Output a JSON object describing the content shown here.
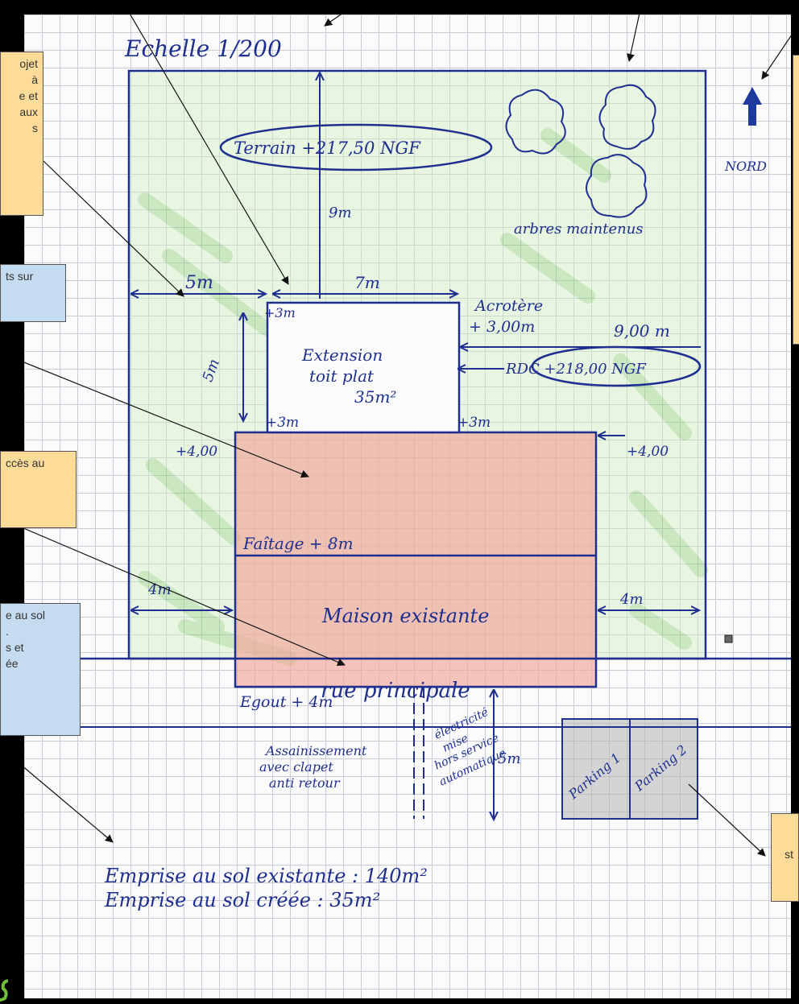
{
  "colors": {
    "ink": "#1f2f8f",
    "grid": "#c9ccd6",
    "lawn": "#8fd07a",
    "house_fill": "#f3a59a",
    "note_orange": "#fddc9a",
    "note_blue": "#c5dbef",
    "parking_shade": "#9a9a9a"
  },
  "plan": {
    "scale": "Echelle 1/200",
    "terrain": "Terrain +217,50 NGF",
    "trees": "arbres maintenus",
    "north": "NORD",
    "extension": [
      "Extension",
      "toit plat",
      "35m²"
    ],
    "house": "Maison existante",
    "faitage": "Faîtage + 8m",
    "rdc": "RDC +218,00 NGF",
    "acrotere": [
      "Acrotère",
      "+ 3,00m"
    ],
    "street": "rue principale",
    "egout": "Egout + 4m",
    "assainissement": [
      "Assainissement",
      "avec clapet",
      "anti retour"
    ],
    "electricite": [
      "électricité",
      "mise",
      "hors service",
      "automatique"
    ],
    "parkings": [
      "Parking 1",
      "Parking 2"
    ],
    "emprise": [
      "Emprise au sol existante : 140m²",
      "Emprise au sol créée : 35m²"
    ],
    "dims": {
      "d9m": "9m",
      "d5m": "5m",
      "d7m": "7m",
      "d5m_v": "5m",
      "d9_00": "9,00 m",
      "d4m_left": "4m",
      "d4m_right": "4m",
      "d5m_street": "5m",
      "h3_tl": "+3m",
      "h3_bl": "+3m",
      "h3_br": "+3m",
      "h4_l": "+4,00",
      "h4_r": "+4,00"
    }
  },
  "notes": {
    "n1": "ojet\n  à\ne et\naux\ns",
    "n2": "ts sur",
    "n3": "ccès au",
    "n4": "e au sol\n.\ns et\née",
    "n5": "",
    "n6": "st"
  }
}
